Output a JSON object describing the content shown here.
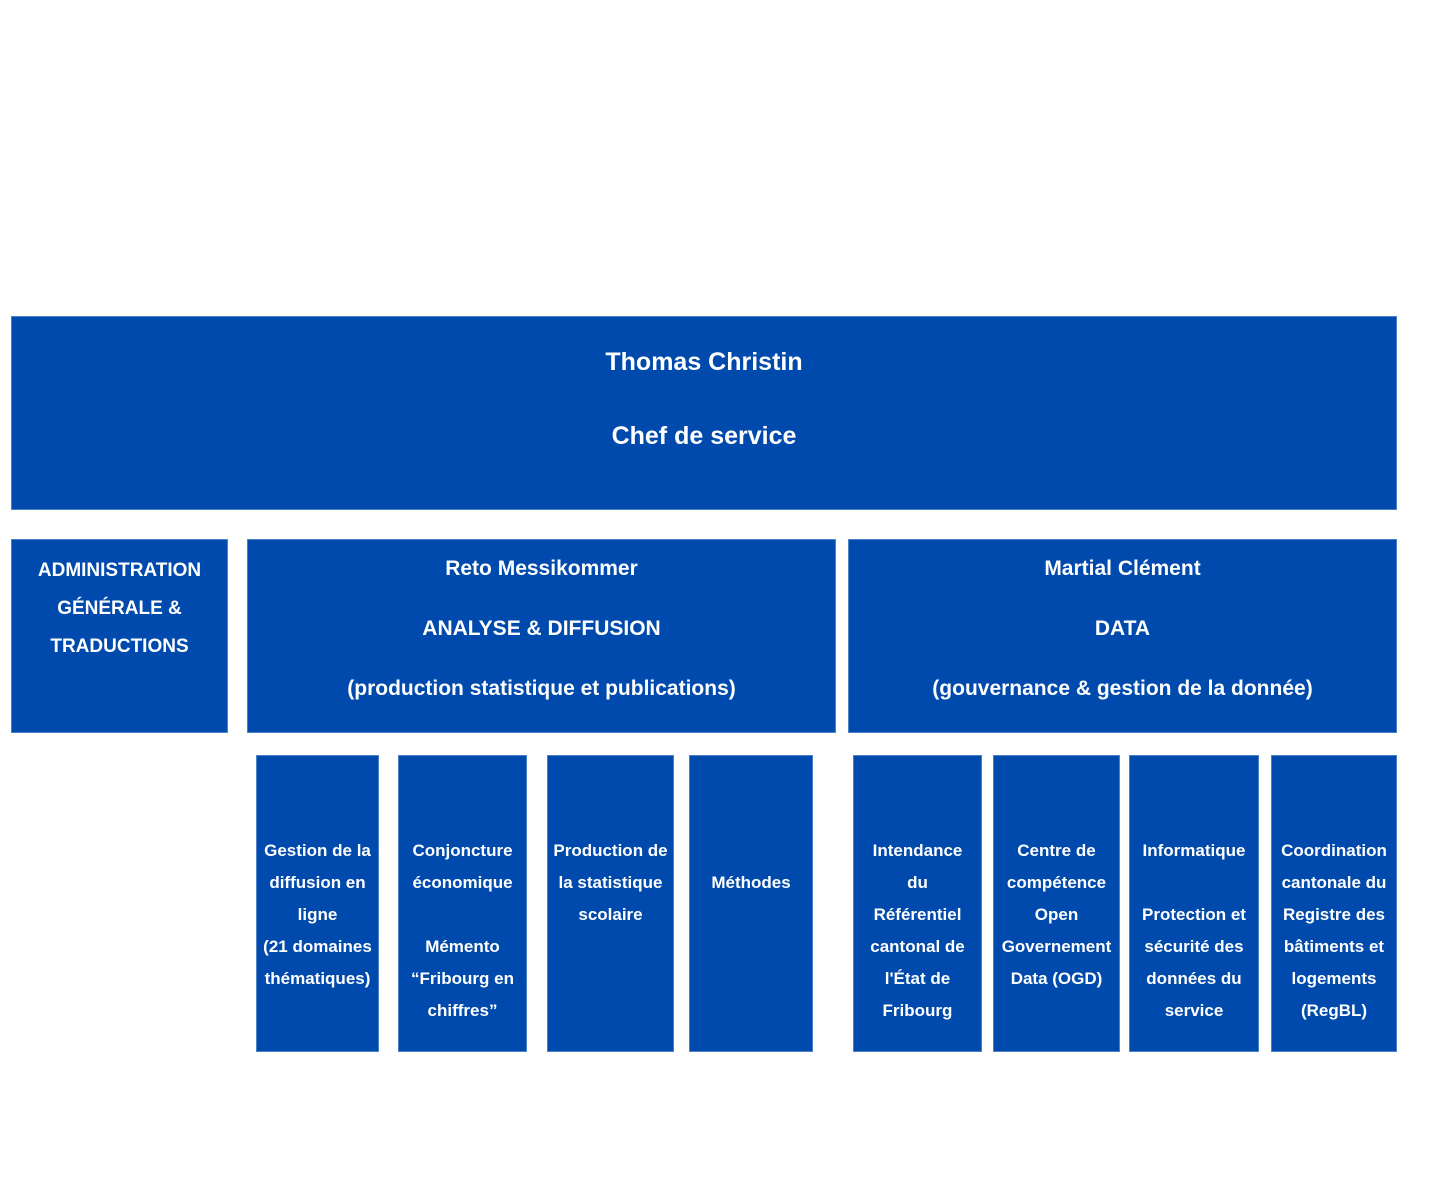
{
  "colors": {
    "box_blue": "#004AAD",
    "text_white": "#FFFFFF",
    "background": "#FFFFFF"
  },
  "chart": {
    "root": {
      "name": "Thomas Christin",
      "role": "Chef de service",
      "lines": [
        "Thomas Christin",
        "Chef de service"
      ]
    },
    "departments": [
      {
        "key": "administration",
        "lines": [
          "ADMINISTRATION",
          "GÉNÉRALE &",
          "TRADUCTIONS"
        ],
        "units": []
      },
      {
        "key": "analyse-diffusion",
        "head": "Reto Messikommer",
        "lines": [
          "Reto Messikommer",
          "ANALYSE & DIFFUSION",
          "(production statistique et publications)"
        ],
        "units": [
          {
            "key": "gestion-diffusion",
            "lines": [
              "Gestion de la",
              "diffusion en",
              "ligne",
              "(21 domaines",
              "thématiques)"
            ]
          },
          {
            "key": "conjoncture",
            "lines": [
              "Conjoncture",
              "économique",
              "",
              "Mémento",
              "“Fribourg en",
              "chiffres”"
            ]
          },
          {
            "key": "statistique-scolaire",
            "lines": [
              "Production de",
              "la statistique",
              "scolaire"
            ]
          },
          {
            "key": "methodes",
            "lines": [
              "",
              "Méthodes"
            ]
          }
        ]
      },
      {
        "key": "data",
        "head": "Martial Clément",
        "lines": [
          "Martial Clément",
          "DATA",
          "(gouvernance & gestion de la donnée)"
        ],
        "units": [
          {
            "key": "referentiel-cantonal",
            "lines": [
              "Intendance",
              "du",
              "Référentiel",
              "cantonal de",
              "l'État de",
              "Fribourg"
            ]
          },
          {
            "key": "ogd",
            "lines": [
              "Centre de",
              "compétence",
              "Open",
              "Governement",
              "Data (OGD)"
            ]
          },
          {
            "key": "informatique",
            "lines": [
              "Informatique",
              "",
              "Protection et",
              "sécurité des",
              "données du",
              "service"
            ]
          },
          {
            "key": "regbl",
            "lines": [
              "Coordination",
              "cantonale du",
              "Registre des",
              "bâtiments et",
              "logements",
              "(RegBL)"
            ]
          }
        ]
      }
    ]
  }
}
